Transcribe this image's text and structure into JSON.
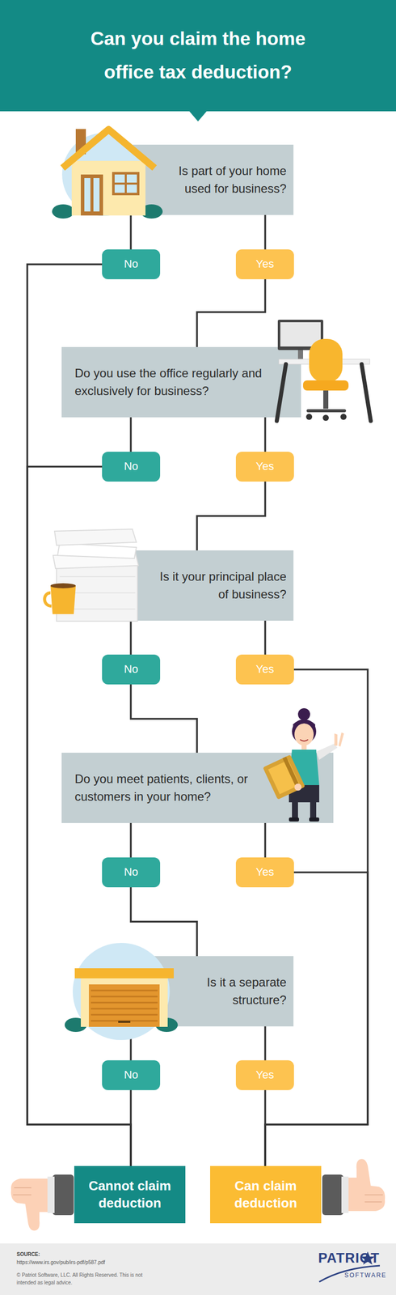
{
  "diagram": {
    "title": "Can you claim the home office tax deduction?",
    "nodes": [
      {
        "text": [
          "Is part of your home used for business?"
        ]
      },
      {
        "text": [
          "No"
        ]
      },
      {
        "text": [
          "Yes"
        ]
      },
      {
        "text": [
          "Do you use the office regularly and exclusively for business?"
        ]
      },
      {
        "text": [
          "No"
        ]
      },
      {
        "text": [
          "Yes"
        ]
      },
      {
        "text": [
          "Is it your principal place of business?"
        ]
      },
      {
        "text": [
          "No"
        ]
      },
      {
        "text": [
          "Yes"
        ]
      },
      {
        "text": [
          "Do you meet patients, clients, or customers in your home?"
        ]
      },
      {
        "text": [
          "No"
        ]
      },
      {
        "text": [
          "Yes"
        ]
      },
      {
        "text": [
          "Is it a separate structure?"
        ]
      },
      {
        "text": [
          "No"
        ]
      },
      {
        "text": [
          "Yes"
        ]
      },
      {
        "text": [
          "Cannot claim deduction"
        ]
      },
      {
        "text": [
          "Can claim deduction"
        ]
      }
    ],
    "edges": [
      {
        "from": 0,
        "to": 1,
        "arrow": "none"
      },
      {
        "from": 0,
        "to": 2,
        "arrow": "none"
      },
      {
        "from": 1,
        "to": 15,
        "arrow": "none"
      },
      {
        "from": 2,
        "to": 3,
        "arrow": "none"
      },
      {
        "from": 3,
        "to": 4,
        "arrow": "none"
      },
      {
        "from": 3,
        "to": 5,
        "arrow": "none"
      },
      {
        "from": 4,
        "to": 15,
        "arrow": "none"
      },
      {
        "from": 5,
        "to": 6,
        "arrow": "none"
      },
      {
        "from": 6,
        "to": 7,
        "arrow": "none"
      },
      {
        "from": 6,
        "to": 8,
        "arrow": "none"
      },
      {
        "from": 8,
        "to": 16,
        "arrow": "none"
      },
      {
        "from": 7,
        "to": 9,
        "arrow": "none"
      },
      {
        "from": 9,
        "to": 10,
        "arrow": "none"
      },
      {
        "from": 9,
        "to": 11,
        "arrow": "none"
      },
      {
        "from": 11,
        "to": 16,
        "arrow": "none"
      },
      {
        "from": 10,
        "to": 12,
        "arrow": "none"
      },
      {
        "from": 12,
        "to": 13,
        "arrow": "none"
      },
      {
        "from": 12,
        "to": 14,
        "arrow": "none"
      },
      {
        "from": 13,
        "to": 15,
        "arrow": "none"
      },
      {
        "from": 14,
        "to": 16,
        "arrow": "none"
      }
    ],
    "labels": [
      "SOURCE:",
      "https://www.irs.gov/pub/irs-pdf/p587.pdf",
      "© Patriot Software, LLC. All Rights Reserved. This is not intended as legal advice.",
      "PATRIOT",
      "SOFTWARE"
    ]
  }
}
